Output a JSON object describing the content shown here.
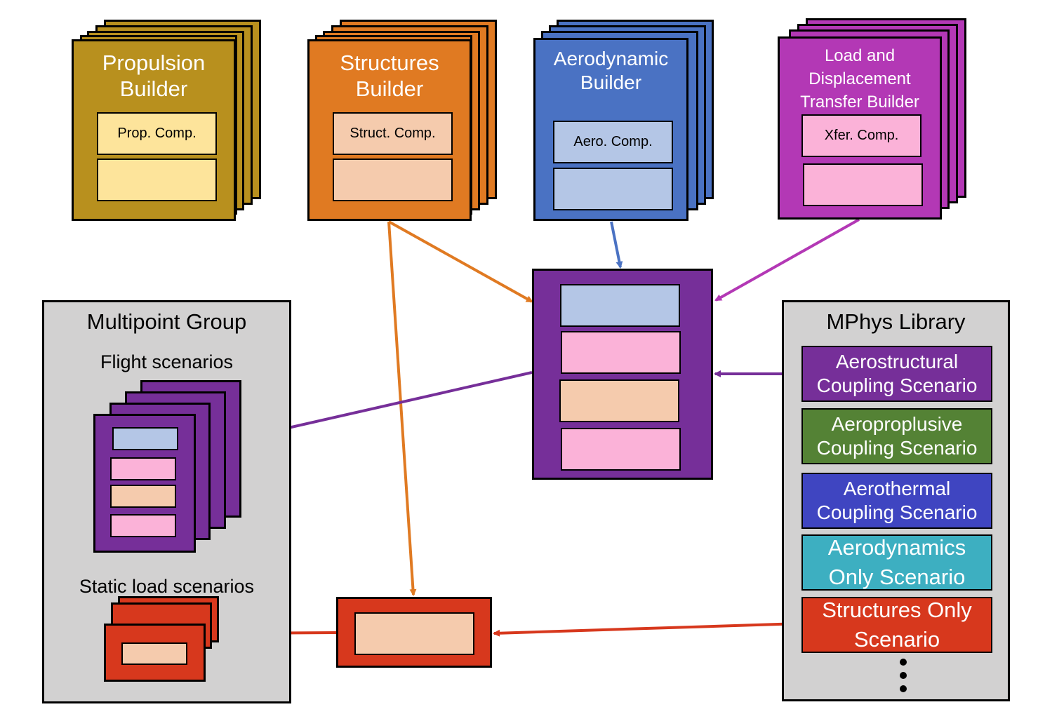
{
  "builders": {
    "propulsion": {
      "title_line1": "Propulsion",
      "title_line2": "Builder",
      "comp_label": "Prop. Comp.",
      "color": "#b8901e",
      "slot_color": "#fde49b"
    },
    "structures": {
      "title_line1": "Structures",
      "title_line2": "Builder",
      "comp_label": "Struct. Comp.",
      "color": "#e07a22",
      "slot_color": "#f5cbad"
    },
    "aerodynamic": {
      "title_line1": "Aerodynamic",
      "title_line2": "Builder",
      "comp_label": "Aero. Comp.",
      "color": "#4a72c3",
      "slot_color": "#b4c6e6"
    },
    "transfer": {
      "title_line1": "Load and",
      "title_line2": "Displacement",
      "title_line3": "Transfer Builder",
      "comp_label": "Xfer. Comp.",
      "color": "#b338b5",
      "slot_color": "#fbb2d8"
    }
  },
  "multipoint_group": {
    "title": "Multipoint Group",
    "flight_label": "Flight scenarios",
    "static_label": "Static load scenarios"
  },
  "mphys_library": {
    "title": "MPhys Library",
    "items": [
      {
        "line1": "Aerostructural",
        "line2": "Coupling Scenario",
        "color": "#762f99"
      },
      {
        "line1": "Aeroproplusive",
        "line2": "Coupling Scenario",
        "color": "#548235"
      },
      {
        "line1": "Aerothermal",
        "line2": "Coupling Scenario",
        "color": "#3f45c1"
      },
      {
        "line1": "Aerodynamics",
        "line2": "Only Scenario",
        "color": "#3dafc1"
      },
      {
        "line1": "Structures Only",
        "line2": "Scenario",
        "color": "#d7381d"
      }
    ],
    "more_indicator": "⋮"
  },
  "colors": {
    "coupling_purple": "#762f99",
    "structures_red": "#d7381d",
    "panel_gray": "#d2d1d1",
    "aero_slot": "#b4c6e6",
    "xfer_slot": "#fbb2d8",
    "struct_slot": "#f5cbad",
    "arrow_orange": "#e07a22",
    "arrow_blue": "#4a72c3",
    "arrow_magenta": "#b338b5",
    "arrow_purple": "#762f99",
    "arrow_red": "#d7381d"
  }
}
